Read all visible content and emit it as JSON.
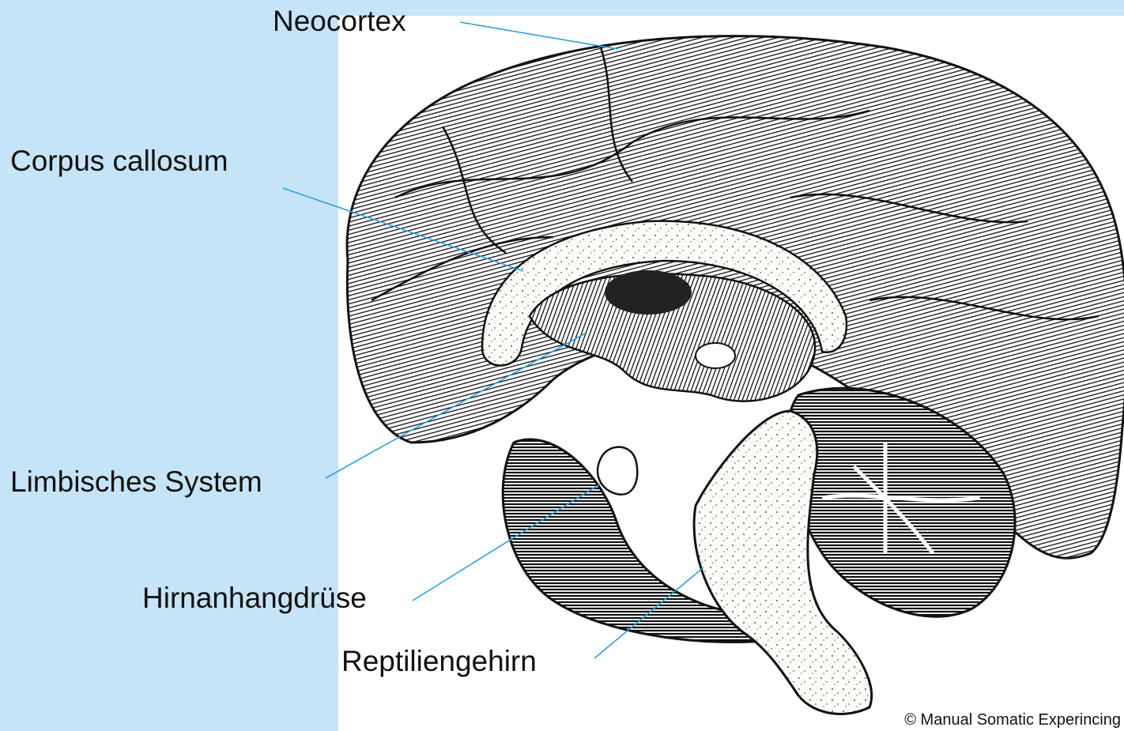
{
  "labels": {
    "neocortex": "Neocortex",
    "corpus_callosum": "Corpus callosum",
    "limbic_system": "Limbisches System",
    "pituitary": "Hirnanhangdrüse",
    "reptilian_brain": "Reptiliengehirn"
  },
  "copyright": "© Manual Somatic Experincing",
  "colors": {
    "panel_background": "#c5e4f8",
    "leader_line": "#2aa0e0",
    "ink": "#111111"
  }
}
